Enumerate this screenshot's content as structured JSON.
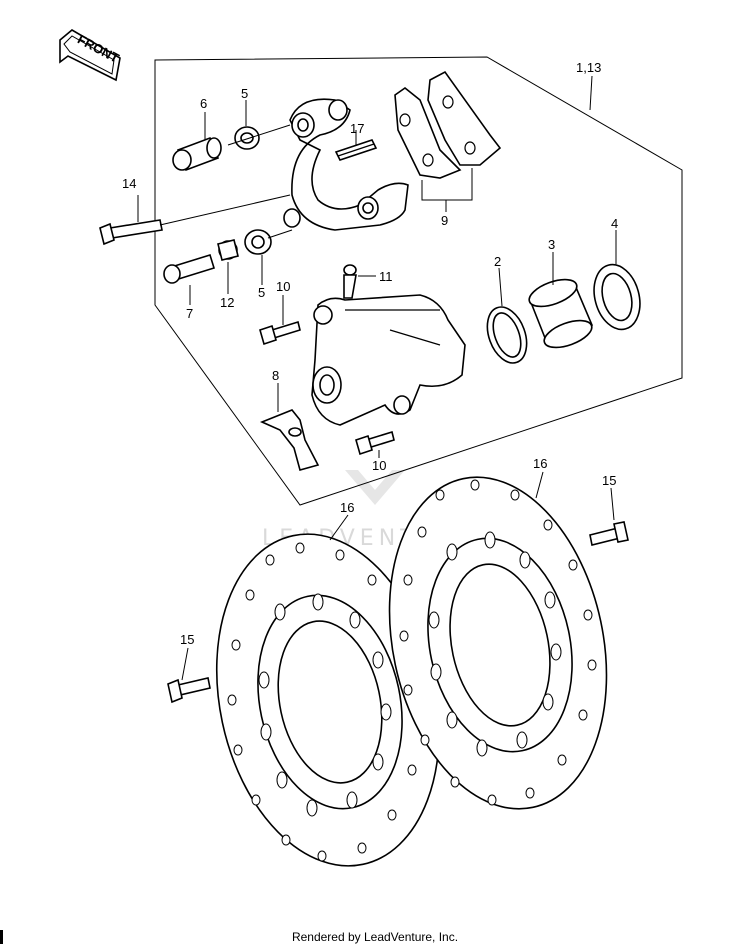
{
  "diagram": {
    "front_label": "FRONT",
    "callouts": {
      "c1_13": "1,13",
      "c2": "2",
      "c3": "3",
      "c4": "4",
      "c5a": "5",
      "c5b": "5",
      "c6": "6",
      "c7": "7",
      "c8": "8",
      "c9": "9",
      "c10a": "10",
      "c10b": "10",
      "c11": "11",
      "c12": "12",
      "c14": "14",
      "c15a": "15",
      "c15b": "15",
      "c16a": "16",
      "c16b": "16",
      "c17": "17"
    },
    "watermark": "LEADVENTURE"
  },
  "footer": {
    "text": "Rendered by LeadVenture, Inc."
  }
}
